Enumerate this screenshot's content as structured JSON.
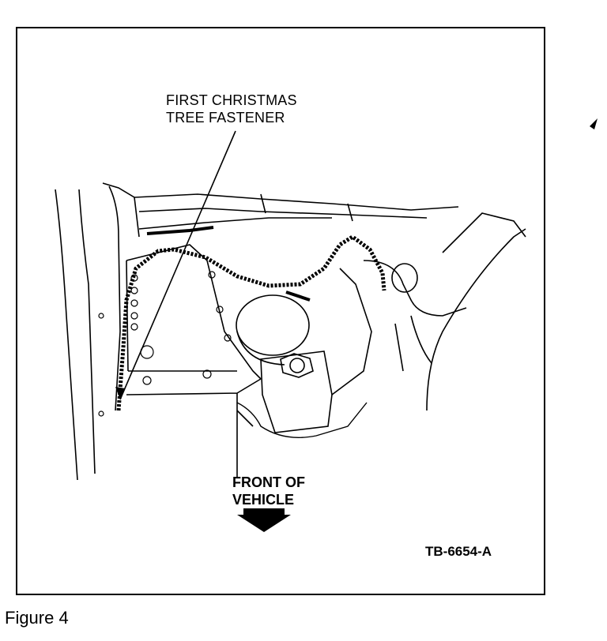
{
  "callout": {
    "line1": "FIRST CHRISTMAS",
    "line2": "TREE FASTENER"
  },
  "direction": {
    "line1": "FRONT OF",
    "line2": "VEHICLE"
  },
  "figure_code": "TB-6654-A",
  "caption": "Figure 4",
  "colors": {
    "ink": "#000000",
    "paper": "#ffffff",
    "shade": "#cccccc"
  }
}
